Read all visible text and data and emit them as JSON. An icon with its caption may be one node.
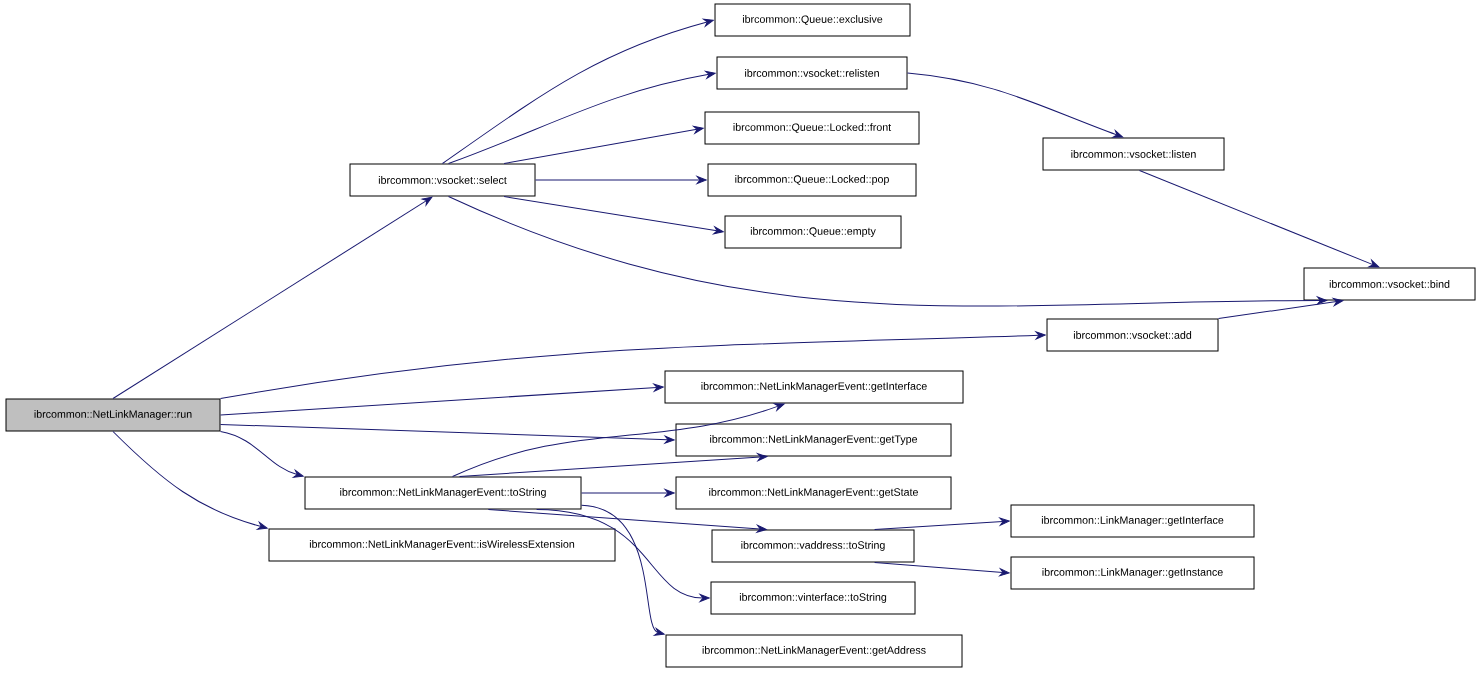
{
  "diagram": {
    "nodes": [
      {
        "text": [
          "ibrcommon::NetLinkManager::run"
        ]
      },
      {
        "text": [
          "ibrcommon::vsocket::select"
        ]
      },
      {
        "text": [
          "ibrcommon::Queue::exclusive"
        ]
      },
      {
        "text": [
          "ibrcommon::vsocket::relisten"
        ]
      },
      {
        "text": [
          "ibrcommon::Queue::Locked::front"
        ]
      },
      {
        "text": [
          "ibrcommon::Queue::Locked::pop"
        ]
      },
      {
        "text": [
          "ibrcommon::Queue::empty"
        ]
      },
      {
        "text": [
          "ibrcommon::vsocket::listen"
        ]
      },
      {
        "text": [
          "ibrcommon::vsocket::bind"
        ]
      },
      {
        "text": [
          "ibrcommon::vsocket::add"
        ]
      },
      {
        "text": [
          "ibrcommon::NetLinkManagerEvent::getInterface"
        ]
      },
      {
        "text": [
          "ibrcommon::NetLinkManagerEvent::getType"
        ]
      },
      {
        "text": [
          "ibrcommon::NetLinkManagerEvent::toString"
        ]
      },
      {
        "text": [
          "ibrcommon::NetLinkManagerEvent::getState"
        ]
      },
      {
        "text": [
          "ibrcommon::NetLinkManagerEvent::isWirelessExtension"
        ]
      },
      {
        "text": [
          "ibrcommon::vaddress::toString"
        ]
      },
      {
        "text": [
          "ibrcommon::LinkManager::getInterface"
        ]
      },
      {
        "text": [
          "ibrcommon::LinkManager::getInstance"
        ]
      },
      {
        "text": [
          "ibrcommon::vinterface::toString"
        ]
      },
      {
        "text": [
          "ibrcommon::NetLinkManagerEvent::getAddress"
        ]
      }
    ],
    "edges": [
      {
        "from": 0,
        "to": 1,
        "arrow": "to"
      },
      {
        "from": 0,
        "to": 9,
        "arrow": "to"
      },
      {
        "from": 0,
        "to": 10,
        "arrow": "to"
      },
      {
        "from": 0,
        "to": 11,
        "arrow": "to"
      },
      {
        "from": 0,
        "to": 12,
        "arrow": "to"
      },
      {
        "from": 0,
        "to": 14,
        "arrow": "to"
      },
      {
        "from": 1,
        "to": 2,
        "arrow": "to"
      },
      {
        "from": 1,
        "to": 3,
        "arrow": "to"
      },
      {
        "from": 1,
        "to": 4,
        "arrow": "to"
      },
      {
        "from": 1,
        "to": 5,
        "arrow": "to"
      },
      {
        "from": 1,
        "to": 6,
        "arrow": "to"
      },
      {
        "from": 1,
        "to": 8,
        "arrow": "to"
      },
      {
        "from": 3,
        "to": 7,
        "arrow": "to"
      },
      {
        "from": 7,
        "to": 8,
        "arrow": "to"
      },
      {
        "from": 9,
        "to": 8,
        "arrow": "to"
      },
      {
        "from": 12,
        "to": 10,
        "arrow": "to"
      },
      {
        "from": 12,
        "to": 11,
        "arrow": "to"
      },
      {
        "from": 12,
        "to": 13,
        "arrow": "to"
      },
      {
        "from": 12,
        "to": 15,
        "arrow": "to"
      },
      {
        "from": 12,
        "to": 18,
        "arrow": "to"
      },
      {
        "from": 12,
        "to": 19,
        "arrow": "to"
      },
      {
        "from": 15,
        "to": 16,
        "arrow": "to"
      },
      {
        "from": 15,
        "to": 17,
        "arrow": "to"
      }
    ]
  }
}
